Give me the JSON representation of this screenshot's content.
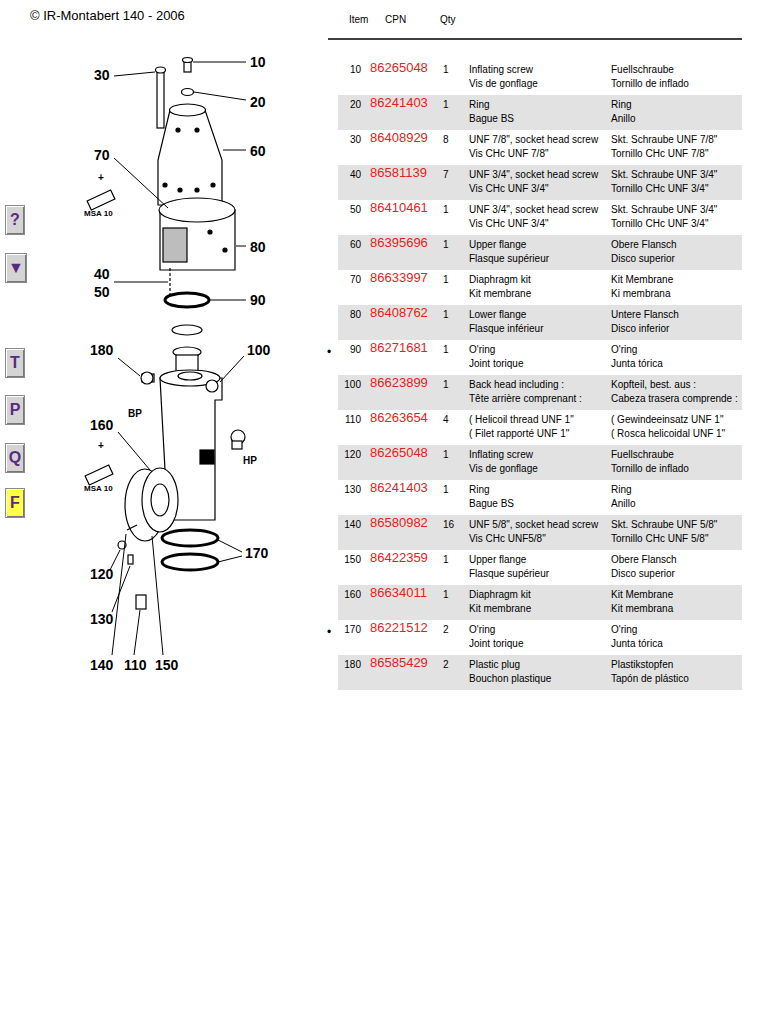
{
  "diagram": {
    "title": "© IR-Montabert 140 - 2006",
    "nodes": [
      {
        "text": [
          "?"
        ]
      },
      {
        "text": [
          "▼"
        ]
      },
      {
        "text": [
          "T"
        ]
      },
      {
        "text": [
          "P"
        ]
      },
      {
        "text": [
          "Q"
        ]
      },
      {
        "text": [
          "F"
        ]
      }
    ],
    "labels": [
      "10",
      "20",
      "30",
      "60",
      "70",
      "+",
      "MSA 10",
      "80",
      "40",
      "50",
      "90",
      "180",
      "100",
      "BP",
      "160",
      "+",
      "MSA 10",
      "HP",
      "170",
      "120",
      "130",
      "140",
      "110",
      "150",
      "Item",
      "CPN",
      "Qty",
      "10",
      "86265048",
      "1",
      "Inflating screw",
      "Vis de gonflage",
      "Fuellschraube",
      "Tornillo de inflado",
      "20",
      "86241403",
      "1",
      "Ring",
      "Bague BS",
      "Ring",
      "Anillo",
      "30",
      "86408929",
      "8",
      "UNF 7/8\", socket head screw",
      "Vis CHc UNF 7/8\"",
      "Skt. Schraube UNF 7/8\"",
      "Tornillo CHc UNF 7/8\"",
      "40",
      "86581139",
      "7",
      "UNF 3/4\", socket head screw",
      "Vis CHc UNF 3/4\"",
      "Skt. Schraube UNF 3/4\"",
      "Tornillo CHc UNF 3/4\"",
      "50",
      "86410461",
      "1",
      "UNF 3/4\", socket head screw",
      "Vis CHc UNF 3/4\"",
      "Skt. Schraube UNF 3/4\"",
      "Tornillo CHc UNF 3/4\"",
      "60",
      "86395696",
      "1",
      "Upper flange",
      "Flasque supérieur",
      "Obere Flansch",
      "Disco superior",
      "70",
      "86633997",
      "1",
      "Diaphragm kit",
      "Kit membrane",
      "Kit Membrane",
      "Ki membrana",
      "80",
      "86408762",
      "1",
      "Lower flange",
      "Flasque inférieur",
      "Untere Flansch",
      "Disco inferior",
      "•",
      "90",
      "86271681",
      "1",
      "O'ring",
      "Joint torique",
      "O'ring",
      "Junta tórica",
      "100",
      "86623899",
      "1",
      "Back head including :",
      "Tête arrière comprenant :",
      "Kopfteil, best. aus :",
      "Cabeza trasera comprende :",
      "110",
      "86263654",
      "4",
      "( Helicoil thread UNF 1\"",
      "( Filet rapporté UNF 1\"",
      "( Gewindeeinsatz UNF 1\"",
      "( Rosca helicoidal UNF 1\"",
      "120",
      "86265048",
      "1",
      "Inflating screw",
      "Vis de gonflage",
      "Fuellschraube",
      "Tornillo de inflado",
      "130",
      "86241403",
      "1",
      "Ring",
      "Bague BS",
      "Ring",
      "Anillo",
      "140",
      "86580982",
      "16",
      "UNF 5/8\", socket head screw",
      "Vis CHc UNF5/8\"",
      "Skt. Schraube UNF 5/8\"",
      "Tornillo CHc UNF 5/8\"",
      "150",
      "86422359",
      "1",
      "Upper flange",
      "Flasque supérieur",
      "Obere Flansch",
      "Disco superior",
      "160",
      "86634011",
      "1",
      "Diaphragm kit",
      "Kit membrane",
      "Kit Membrane",
      "Kit membrana",
      "•",
      "170",
      "86221512",
      "2",
      "O'ring",
      "Joint torique",
      "O'ring",
      "Junta tórica",
      "180",
      "86585429",
      "2",
      "Plastic plug",
      "Bouchon plastique",
      "Plastikstopfen",
      "Tapón de plástico"
    ]
  }
}
